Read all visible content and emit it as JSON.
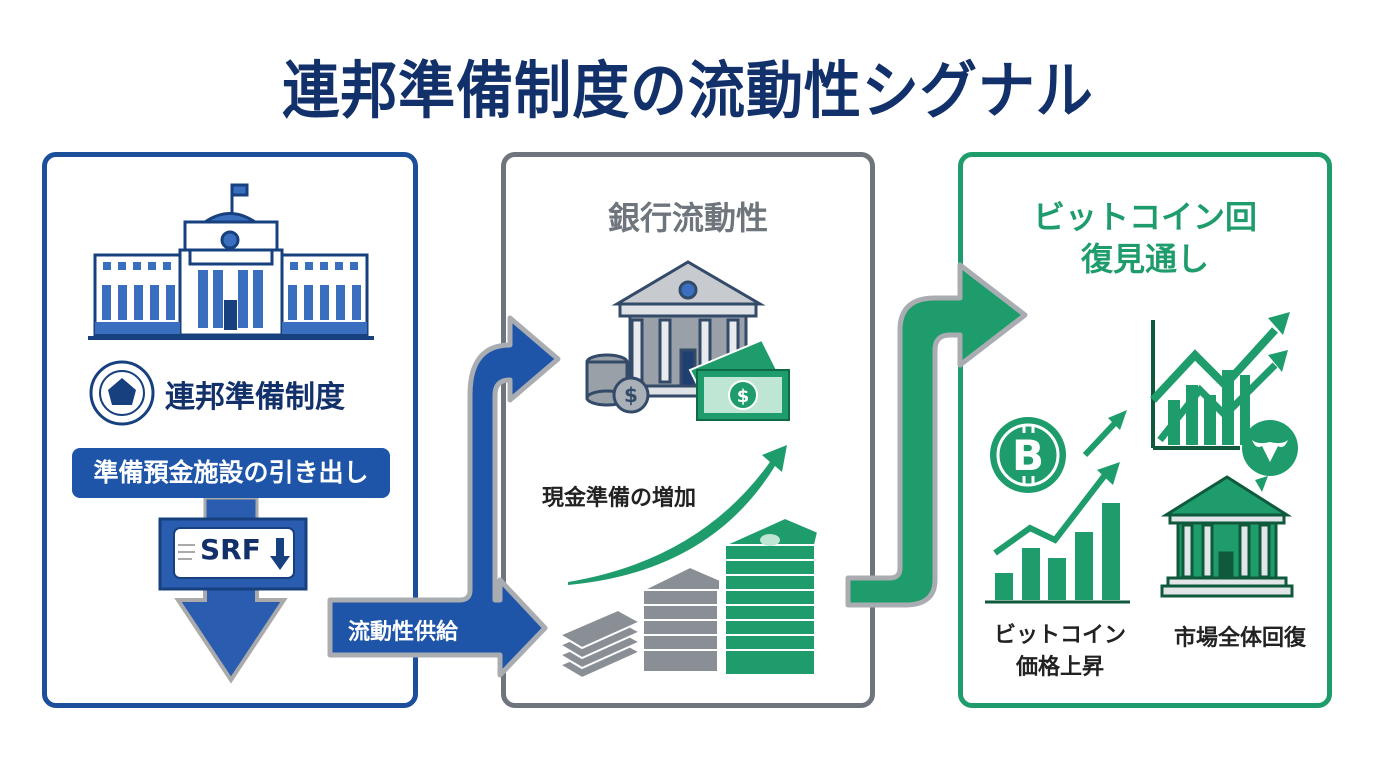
{
  "title": "連邦準備制度の流動性シグナル",
  "colors": {
    "fed_blue": "#1b4f9c",
    "title_navy": "#12306a",
    "bank_gray": "#6e757c",
    "recovery_green": "#1f9c6c"
  },
  "panels": {
    "fed": {
      "icon": "federal-reserve-building-icon",
      "seal_icon": "fed-seal-icon",
      "label": "連邦準備制度",
      "action": "準備預金施設の引き出し",
      "srf_label": "SRF",
      "srf_icon": "down-arrow-icon"
    },
    "flow": {
      "label": "流動性供給"
    },
    "bank": {
      "title": "銀行流動性",
      "icon": "bank-with-money-icon",
      "cash_label": "現金準備の増加",
      "stack_icon": "cash-stacks-rising-icon"
    },
    "btc": {
      "title_line1": "ビットコイン回",
      "title_line2": "復見通し",
      "bitcoin_label_line1": "ビットコイン",
      "bitcoin_label_line2": "価格上昇",
      "market_label": "市場全体回復",
      "icons": [
        "bitcoin-icon",
        "growth-chart-icon",
        "bull-icon",
        "bank-icon"
      ]
    }
  }
}
